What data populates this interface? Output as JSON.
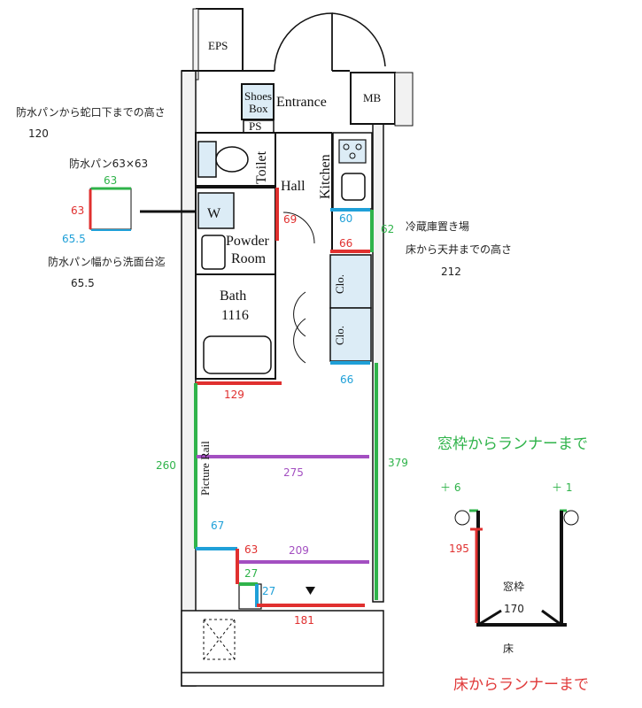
{
  "colors": {
    "red": "#e0302f",
    "green": "#2fb34a",
    "blue": "#1fa0d8",
    "purple": "#a34fc1",
    "black": "#111111",
    "wall_fill": "#f2f2f2",
    "fixture_fill": "#dcecf6"
  },
  "rooms": {
    "eps": "EPS",
    "mb": "MB",
    "shoes_box_1": "Shoes",
    "shoes_box_2": "Box",
    "entrance": "Entrance",
    "ps": "PS",
    "toilet": "Toilet",
    "hall": "Hall",
    "kitchen": "Kitchen",
    "washer": "W",
    "powder_1": "Powder",
    "powder_2": "Room",
    "bath_1": "Bath",
    "bath_2": "1116",
    "closet_1": "Clo.",
    "closet_2": "Clo.",
    "picture_rail": "Picture Rail"
  },
  "notes": {
    "faucet_height_title": "防水パンから蛇口下までの高さ",
    "faucet_height_value": "120",
    "pan_size": "防水パン63×63",
    "pan_top": "63",
    "pan_left": "63",
    "pan_bottom": "65.5",
    "pan_to_basin_title": "防水パン幅から洗面台迄",
    "pan_to_basin_value": "65.5",
    "fridge_title_1": "冷蔵庫置き場",
    "fridge_title_2": "床から天井までの高さ",
    "fridge_value": "212"
  },
  "dimensions": {
    "d69": "69",
    "d60": "60",
    "d62": "62",
    "d66a": "66",
    "d66b": "66",
    "d129": "129",
    "d260": "260",
    "d275": "275",
    "d379": "379",
    "d67": "67",
    "d63": "63",
    "d209": "209",
    "d27a": "27",
    "d27b": "27",
    "d181": "181"
  },
  "window_detail": {
    "title": "窓枠からランナーまで",
    "plus6": "＋ 6",
    "plus1": "＋ 1",
    "d195": "195",
    "frame_label": "窓枠",
    "frame_value": "170",
    "floor_label": "床",
    "bottom_title": "床からランナーまで"
  }
}
